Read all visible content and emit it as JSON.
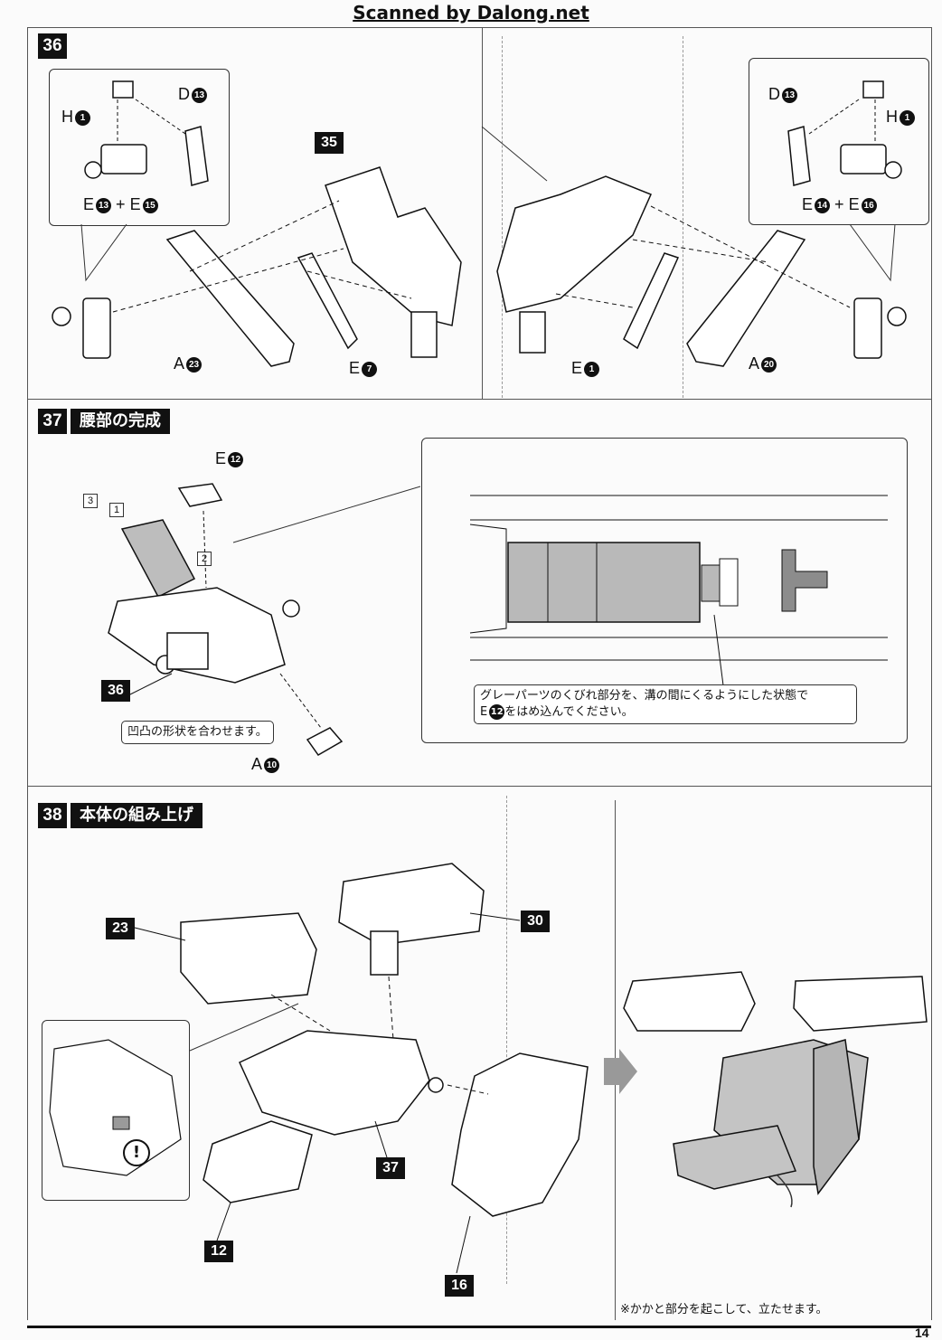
{
  "header": {
    "scan_credit": "Scanned by Dalong.net"
  },
  "page_number": "14",
  "step36": {
    "number": "36",
    "left": {
      "inset_labels": [
        {
          "letter": "H",
          "num": "1"
        },
        {
          "letter": "D",
          "num": "13"
        }
      ],
      "combo": {
        "a_letter": "E",
        "a_num": "13",
        "plus": "+",
        "b_letter": "E",
        "b_num": "15"
      },
      "sub_number": "35",
      "part_labels": [
        {
          "letter": "A",
          "num": "23"
        },
        {
          "letter": "E",
          "num": "7"
        }
      ]
    },
    "right": {
      "inset_labels": [
        {
          "letter": "D",
          "num": "13"
        },
        {
          "letter": "H",
          "num": "1"
        }
      ],
      "combo": {
        "a_letter": "E",
        "a_num": "14",
        "plus": "+",
        "b_letter": "E",
        "b_num": "16"
      },
      "part_labels": [
        {
          "letter": "E",
          "num": "1"
        },
        {
          "letter": "A",
          "num": "20"
        }
      ]
    }
  },
  "step37": {
    "number": "37",
    "title": "腰部の完成",
    "part_top": {
      "letter": "E",
      "num": "12"
    },
    "order_marks": [
      "3",
      "1",
      "2"
    ],
    "sub_number": "36",
    "note_shape": "凹凸の形状を合わせます。",
    "part_bottom": {
      "letter": "A",
      "num": "10"
    },
    "detail_note_line1": "グレーパーツのくびれ部分を、溝の間にくるようにした状態で",
    "detail_note_line2_letter": "E",
    "detail_note_line2_num": "12",
    "detail_note_line2_rest": "をはめ込んでください。"
  },
  "step38": {
    "number": "38",
    "title": "本体の組み上げ",
    "sub_numbers": [
      "23",
      "30",
      "37",
      "12",
      "16"
    ],
    "caution_icon": "exclamation-icon",
    "footnote": "※かかと部分を起こして、立たせます。"
  },
  "colors": {
    "ink": "#111111",
    "gray_part": "#b9b9b9",
    "paper": "#fbfbfb"
  }
}
